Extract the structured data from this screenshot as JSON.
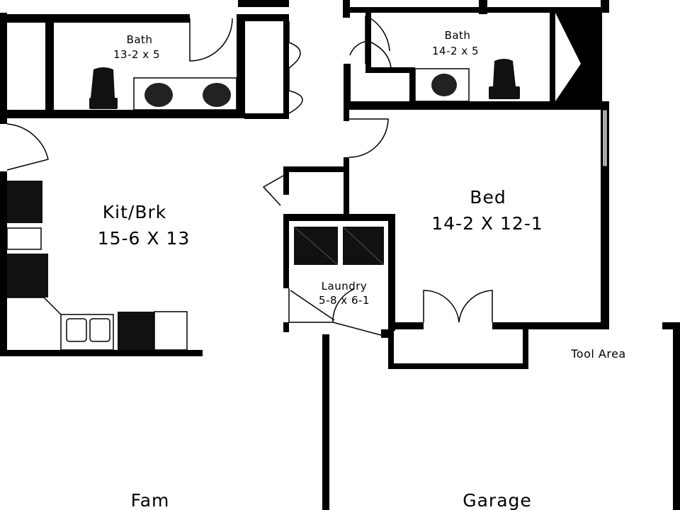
{
  "rooms": {
    "bath_left": {
      "name": "Bath",
      "size": "13-2 x 5"
    },
    "bath_right": {
      "name": "Bath",
      "size": "14-2 x 5"
    },
    "kitchen": {
      "name": "Kit/Brk",
      "size": "15-6 X 13"
    },
    "bed": {
      "name": "Bed",
      "size": "14-2 X 12-1"
    },
    "laundry": {
      "name": "Laundry",
      "size": "5-8 x 6-1"
    },
    "tool_area": {
      "name": "Tool Area"
    },
    "family": {
      "name": "Fam"
    },
    "garage": {
      "name": "Garage"
    }
  }
}
